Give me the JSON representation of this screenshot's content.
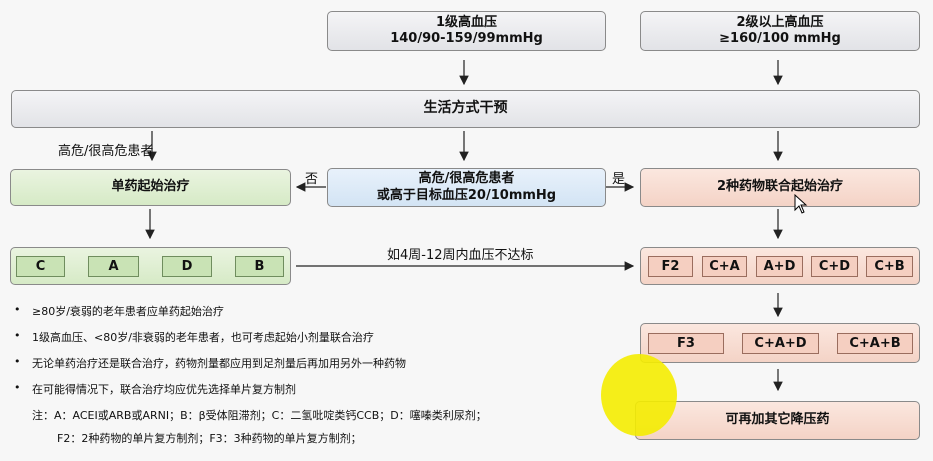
{
  "top_left": {
    "line1": "1级高血压",
    "line2": "140/90-159/99mmHg"
  },
  "top_right": {
    "line1": "2级以上高血压",
    "line2": "≥160/100 mmHg"
  },
  "lifestyle": "生活方式干预",
  "high_risk_label": "高危/很高危患者",
  "decision": {
    "line1": "高危/很高危患者",
    "line2": "或高于目标血压20/10mmHg"
  },
  "no_label": "否",
  "yes_label": "是",
  "single_drug": "单药起始治疗",
  "two_drug": "2种药物联合起始治疗",
  "mono_options": [
    "C",
    "A",
    "D",
    "B"
  ],
  "timing_label": "如4周-12周内血压不达标",
  "f2_options": [
    "F2",
    "C+A",
    "A+D",
    "C+D",
    "C+B"
  ],
  "f3_options": [
    "F3",
    "C+A+D",
    "C+A+B"
  ],
  "final": "可再加其它降压药",
  "notes": [
    "≥80岁/衰弱的老年患者应单药起始治疗",
    "1级高血压、<80岁/非衰弱的老年患者，也可考虑起始小剂量联合治疗",
    "无论单药治疗还是联合治疗，药物剂量都应用到足剂量后再加用另外一种药物",
    "在可能得情况下，联合治疗均应优先选择单片复方制剂"
  ],
  "legend_line1": "注：A：ACEI或ARB或ARNI；B：β受体阻滞剂；C：二氢吡啶类钙CCB；D：噻嗪类利尿剂；",
  "legend_line2": "F2：2种药物的单片复方制剂；F3：3种药物的单片复方制剂；",
  "colors": {
    "gray": "#e2e3e7",
    "green": "#d6eac6",
    "blue": "#d3e4f4",
    "peach": "#f4d3c6",
    "highlight": "#f4ec00"
  }
}
